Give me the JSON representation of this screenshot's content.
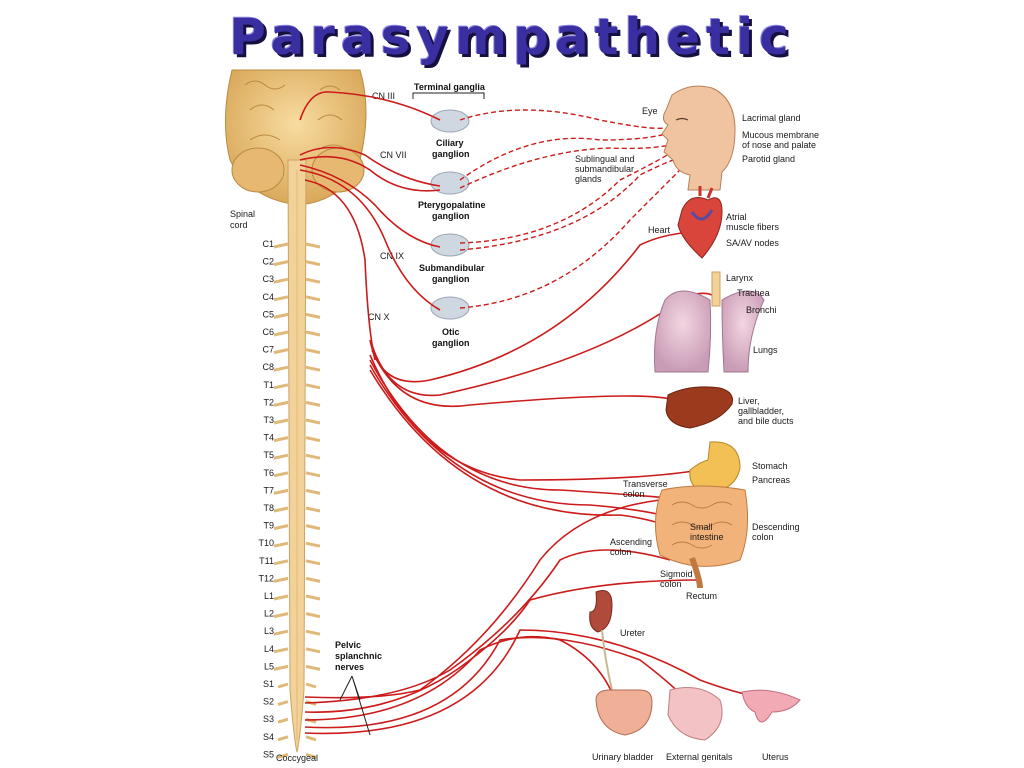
{
  "title": "Parasympathetic",
  "labels": {
    "terminal_ganglia": "Terminal ganglia",
    "spinal_cord": [
      "Spinal",
      "cord"
    ],
    "cn3": "CN III",
    "cn7": "CN VII",
    "cn9": "CN IX",
    "cn10": "CN X",
    "ciliary": [
      "Ciliary",
      "ganglion"
    ],
    "pterygopalatine": [
      "Pterygopalatine",
      "ganglion"
    ],
    "submandibular": [
      "Submandibular",
      "ganglion"
    ],
    "otic": [
      "Otic",
      "ganglion"
    ],
    "pelvic": [
      "Pelvic",
      "splanchnic",
      "nerves"
    ],
    "coccygeal": "Coccygeal"
  },
  "segments": [
    "C1",
    "C2",
    "C3",
    "C4",
    "C5",
    "C6",
    "C7",
    "C8",
    "T1",
    "T2",
    "T3",
    "T4",
    "T5",
    "T6",
    "T7",
    "T8",
    "T9",
    "T10",
    "T11",
    "T12",
    "L1",
    "L2",
    "L3",
    "L4",
    "L5",
    "S1",
    "S2",
    "S3",
    "S4",
    "S5"
  ],
  "organs": {
    "eye": "Eye",
    "lacrimal": "Lacrimal gland",
    "mucous": [
      "Mucous membrane",
      "of nose and palate"
    ],
    "parotid": "Parotid gland",
    "sublingual": [
      "Sublingual and",
      "submandibular",
      "glands"
    ],
    "heart": "Heart",
    "atrial": [
      "Atrial",
      "muscle fibers"
    ],
    "sa_av": "SA/AV nodes",
    "larynx": "Larynx",
    "trachea": "Trachea",
    "bronchi": "Bronchi",
    "lungs": "Lungs",
    "liver": [
      "Liver,",
      "gallbladder,",
      "and bile ducts"
    ],
    "stomach": "Stomach",
    "pancreas": "Pancreas",
    "transverse": [
      "Transverse",
      "colon"
    ],
    "small_int": [
      "Small",
      "intestine"
    ],
    "descending": [
      "Descending",
      "colon"
    ],
    "ascending": [
      "Ascending",
      "colon"
    ],
    "sigmoid": [
      "Sigmoid",
      "colon"
    ],
    "rectum": "Rectum",
    "ureter": "Ureter",
    "bladder": "Urinary bladder",
    "genitals": "External genitals",
    "uterus": "Uterus"
  }
}
